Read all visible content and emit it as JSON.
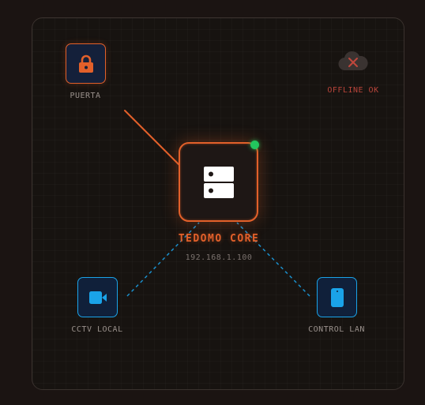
{
  "nodes": {
    "puerta": {
      "label": "PUERTA",
      "icon": "lock-icon",
      "status": "connected"
    },
    "cloud": {
      "label": "OFFLINE OK",
      "icon": "cloud-offline-icon",
      "status": "offline"
    },
    "cctv": {
      "label": "CCTV LOCAL",
      "icon": "video-camera-icon",
      "status": "local"
    },
    "control": {
      "label": "CONTROL LAN",
      "icon": "smartphone-icon",
      "status": "local"
    }
  },
  "core": {
    "title": "TEDOMO CORE",
    "ip": "192.168.1.100",
    "icon": "server-icon",
    "online": true
  },
  "colors": {
    "background": "#1b1412",
    "panel": "#171310",
    "accent_orange": "#e2602a",
    "accent_blue": "#1aa3e8",
    "status_green": "#22c55e",
    "offline_red": "#b8443a"
  },
  "links": [
    {
      "from": "puerta",
      "to": "core",
      "style": "solid"
    },
    {
      "from": "cctv",
      "to": "core",
      "style": "dashed"
    },
    {
      "from": "control",
      "to": "core",
      "style": "dashed"
    }
  ]
}
